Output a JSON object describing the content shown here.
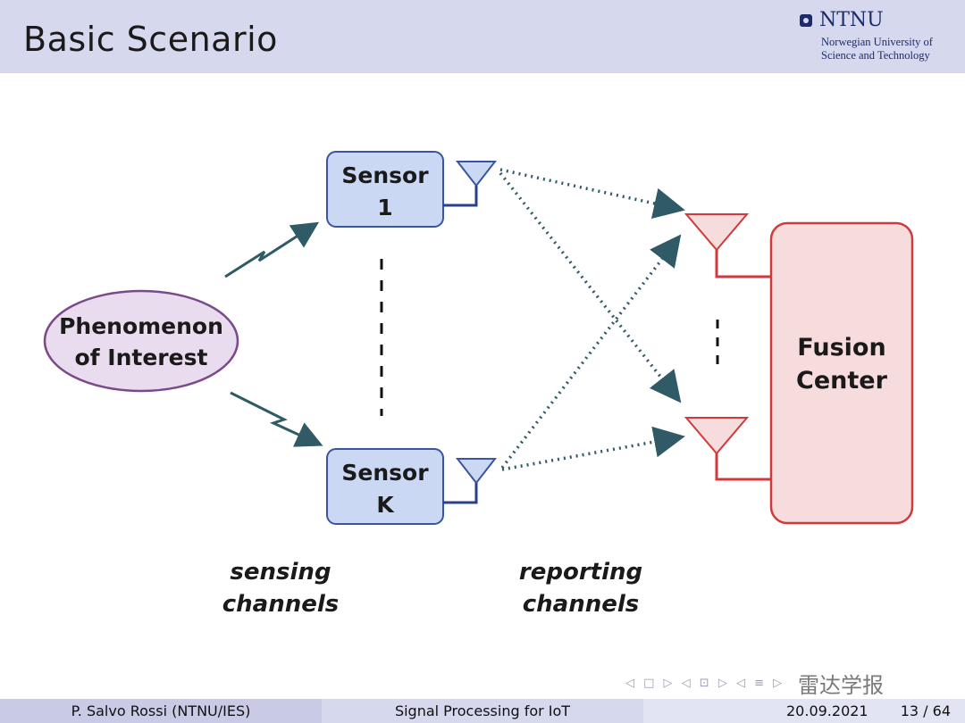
{
  "slide": {
    "title": "Basic Scenario"
  },
  "logo": {
    "wordmark": "NTNU",
    "line1": "Norwegian University of",
    "line2": "Science and Technology"
  },
  "diagram": {
    "phenomenon": {
      "line1": "Phenomenon",
      "line2": "of Interest"
    },
    "sensor_top": {
      "line1": "Sensor",
      "line2": "1"
    },
    "sensor_bottom": {
      "line1": "Sensor",
      "line2": "K"
    },
    "fusion_center": {
      "line1": "Fusion",
      "line2": "Center"
    },
    "caption_sensing": {
      "line1": "sensing",
      "line2": "channels"
    },
    "caption_reporting": {
      "line1": "reporting",
      "line2": "channels"
    },
    "colors": {
      "phenomenon_fill": "#e9dcef",
      "phenomenon_stroke": "#7a4a8a",
      "sensor_fill": "#cbd8f3",
      "sensor_stroke": "#3a55a0",
      "fusion_fill": "#f6dcdc",
      "fusion_stroke": "#d03a3a",
      "channel_arrow": "#2f5a66"
    }
  },
  "nav": {
    "symbols": "◁ □ ▷ ◁ ⊡ ▷ ◁ ≡ ▷"
  },
  "watermark": {
    "text": "雷达学报"
  },
  "footer": {
    "author": "P. Salvo Rossi  (NTNU/IES)",
    "course": "Signal Processing for IoT",
    "date": "20.09.2021",
    "page": "13 / 64"
  }
}
